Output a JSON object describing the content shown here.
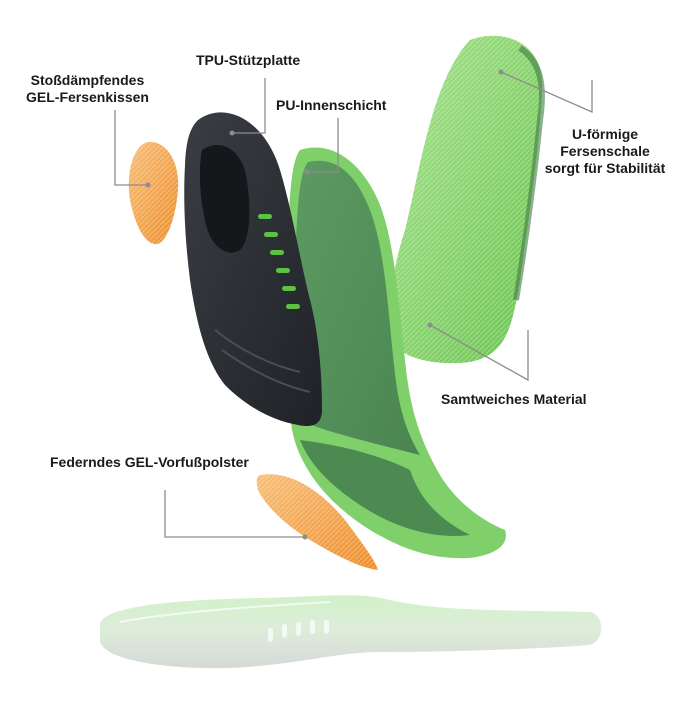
{
  "diagram": {
    "layers": {
      "heel_gel_pad": "Stoßdämpfendes GEL-Fersenkissen",
      "tpu_plate": "TPU-Stützplatte",
      "pu_inner_layer": "PU-Innenschicht",
      "u_heel_cup": [
        "U-förmige",
        "Fersenschale",
        "sorgt für Stabilität"
      ],
      "velvet_material": "Samtweiches Material",
      "forefoot_gel_pad": "Federndes GEL-Vorfußpolster"
    },
    "heel_pad_label_lines": [
      "Stoßdämpfendes",
      "GEL-Fersenkissen"
    ],
    "colors": {
      "green_light": "#9fdf8a",
      "green_mid": "#6cc452",
      "green_dark": "#4f8f55",
      "plate_black": "#2a2d31",
      "gel_orange": "#f2a248",
      "line_gray": "#8c8c8c"
    }
  }
}
